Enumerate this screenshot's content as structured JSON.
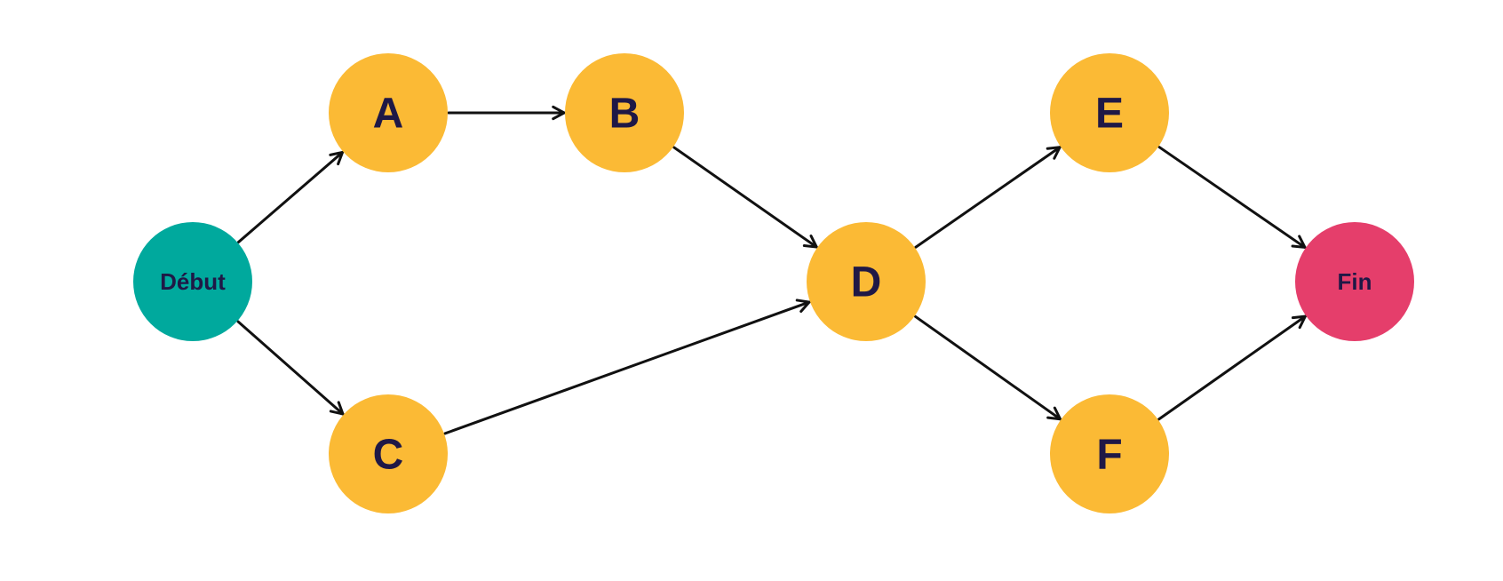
{
  "colors": {
    "start": "#00A99D",
    "end": "#E53E6B",
    "task": "#FBBA35",
    "label": "#1F1846",
    "edge": "#111111"
  },
  "nodes": [
    {
      "id": "debut",
      "label": "Début",
      "kind": "start"
    },
    {
      "id": "A",
      "label": "A",
      "kind": "task"
    },
    {
      "id": "B",
      "label": "B",
      "kind": "task"
    },
    {
      "id": "C",
      "label": "C",
      "kind": "task"
    },
    {
      "id": "D",
      "label": "D",
      "kind": "task"
    },
    {
      "id": "E",
      "label": "E",
      "kind": "task"
    },
    {
      "id": "F",
      "label": "F",
      "kind": "task"
    },
    {
      "id": "fin",
      "label": "Fin",
      "kind": "end"
    }
  ],
  "edges": [
    {
      "from": "debut",
      "to": "A"
    },
    {
      "from": "debut",
      "to": "C"
    },
    {
      "from": "A",
      "to": "B"
    },
    {
      "from": "B",
      "to": "D"
    },
    {
      "from": "C",
      "to": "D"
    },
    {
      "from": "D",
      "to": "E"
    },
    {
      "from": "D",
      "to": "F"
    },
    {
      "from": "E",
      "to": "fin"
    },
    {
      "from": "F",
      "to": "fin"
    }
  ]
}
